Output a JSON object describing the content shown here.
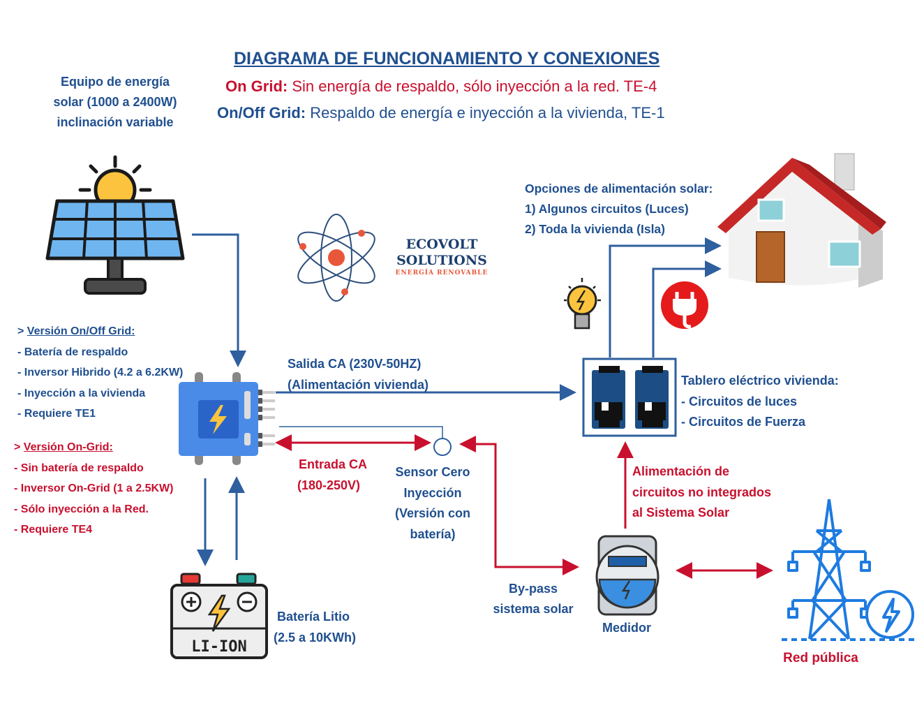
{
  "title": "DIAGRAMA DE FUNCIONAMIENTO Y CONEXIONES",
  "subtitle_on_grid": {
    "label": "On Grid:",
    "text": " Sin energía de respaldo, sólo inyección a la red. TE-4"
  },
  "subtitle_onoff_grid": {
    "label": "On/Off Grid:",
    "text": " Respaldo de energía e inyección a la vivienda, TE-1"
  },
  "solar_label": [
    "Equipo de energía",
    "solar (1000 a 2400W)",
    "inclinación variable"
  ],
  "logo": {
    "name": [
      "ECOVOLT",
      "SOLUTIONS"
    ],
    "tagline": "ENERGÍA RENOVABLE"
  },
  "onoff_version": {
    "heading": "Versión On/Off Grid:",
    "prefix": "> ",
    "items": [
      "- Batería de respaldo",
      "- Inversor Hibrido (4.2 a 6.2KW)",
      "- Inyección a la vivienda",
      "- Requiere TE1"
    ]
  },
  "on_version": {
    "heading": "Versión On-Grid:",
    "prefix": "> ",
    "items": [
      "- Sin batería de respaldo",
      "- Inversor On-Grid (1 a 2.5KW)",
      "- Sólo inyección a la Red.",
      "- Requiere TE4"
    ]
  },
  "salida": [
    "Salida CA (230V-50HZ)",
    "(Alimentación vivienda)"
  ],
  "entrada": [
    "Entrada CA",
    "(180-250V)"
  ],
  "sensor": [
    "Sensor Cero",
    "Inyección",
    "(Versión con",
    "batería)"
  ],
  "bateria": [
    "Batería Litio",
    "(2.5 a 10KWh)"
  ],
  "battery_text": "LI-ION",
  "bypass": [
    "By-pass",
    "sistema solar"
  ],
  "medidor": "Medidor",
  "red_publica": "Red pública",
  "opciones": [
    "Opciones de alimentación solar:",
    "1) Algunos circuitos (Luces)",
    "2) Toda la vivienda (Isla)"
  ],
  "tablero": [
    "Tablero eléctrico vivienda:",
    "- Circuitos de luces",
    "- Circuitos de Fuerza"
  ],
  "alimentacion": [
    "Alimentación de",
    "circuitos no integrados",
    "al Sistema Solar"
  ],
  "colors": {
    "blue": "#1f4f8f",
    "red": "#c8102e",
    "line_blue": "#2e5f9e"
  }
}
